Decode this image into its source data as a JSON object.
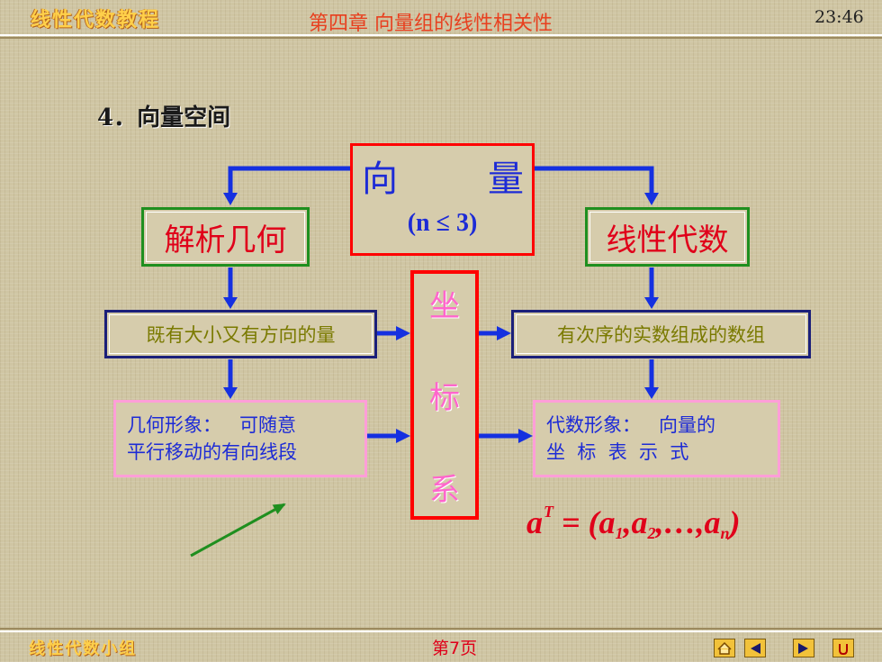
{
  "header": {
    "course_title": "线性代数教程",
    "chapter": "第四章  向量组的线性相关性",
    "time": "23:46"
  },
  "section": {
    "heading": "4．向量空间"
  },
  "diagram": {
    "vector_box": {
      "char1": "向",
      "char2": "量",
      "condition": "(n ≤ 3)"
    },
    "left_branch": {
      "title": "解析几何",
      "definition": "既有大小又有方向的量",
      "image_line1": "几何形象：   可随意",
      "image_line2": "平行移动的有向线段"
    },
    "right_branch": {
      "title": "线性代数",
      "definition": "有次序的实数组成的数组",
      "image_line1": "代数形象：   向量的",
      "image_line2": "坐  标  表  示  式"
    },
    "coordinate_system": {
      "c1": "坐",
      "c2": "标",
      "c3": "系"
    },
    "formula": {
      "a": "a",
      "sup": "T",
      "rest": " = (a",
      "s1": "1",
      "mid1": ",a",
      "s2": "2",
      "mid2": ",…,a",
      "sn": "n",
      "end": ")"
    }
  },
  "footer": {
    "group": "线性代数小组",
    "page": "第7页",
    "nav": [
      "home-icon",
      "prev-icon",
      "next-icon",
      "return-icon"
    ]
  },
  "colors": {
    "red_box": "#ff0000",
    "green_box": "#1f8f1f",
    "navy_box": "#1b1f7a",
    "pink_box": "#ff9ed8",
    "arrow_blue": "#1530e0",
    "arrow_green": "#1f8f1f"
  }
}
